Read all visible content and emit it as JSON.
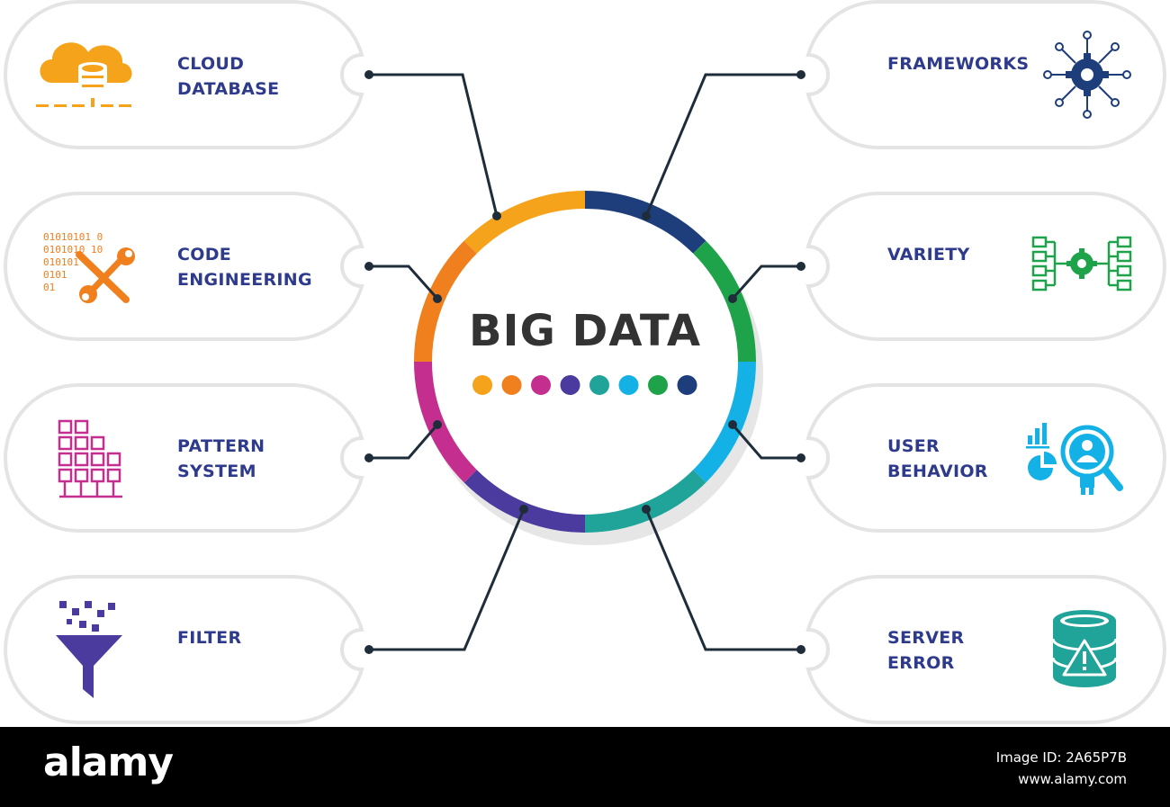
{
  "title": "BIG DATA",
  "colors": {
    "text": "#2e3a8c",
    "title": "#333333",
    "line": "#1f2d3a",
    "pill_stroke": "#e4e4e4",
    "segments": [
      "#f5a31a",
      "#f07f1e",
      "#c42e8e",
      "#4b3b9e",
      "#20a399",
      "#13b1e6",
      "#1fa34a",
      "#1e3d7b"
    ],
    "dots": [
      "#f5a31a",
      "#f07f1e",
      "#c42e8e",
      "#4b3b9e",
      "#20a399",
      "#13b1e6",
      "#1fa34a",
      "#1e3d7b"
    ]
  },
  "items": [
    {
      "id": "cloud-database",
      "lines": [
        "CLOUD",
        "DATABASE"
      ],
      "icon": "cloud-database-icon",
      "color": "#f5a31a"
    },
    {
      "id": "code-engineering",
      "lines": [
        "CODE",
        "ENGINEERING"
      ],
      "icon": "code-engineering-icon",
      "color": "#f07f1e"
    },
    {
      "id": "pattern-system",
      "lines": [
        "PATTERN",
        "SYSTEM"
      ],
      "icon": "pattern-system-icon",
      "color": "#c42e8e"
    },
    {
      "id": "filter",
      "lines": [
        "FILTER"
      ],
      "icon": "filter-icon",
      "color": "#4b3b9e"
    },
    {
      "id": "frameworks",
      "lines": [
        "FRAMEWORKS"
      ],
      "icon": "frameworks-icon",
      "color": "#1e3d7b"
    },
    {
      "id": "variety",
      "lines": [
        "VARIETY"
      ],
      "icon": "variety-icon",
      "color": "#1fa34a"
    },
    {
      "id": "user-behavior",
      "lines": [
        "USER",
        "BEHAVIOR"
      ],
      "icon": "user-behavior-icon",
      "color": "#13b1e6"
    },
    {
      "id": "server-error",
      "lines": [
        "SERVER",
        "ERROR"
      ],
      "icon": "server-error-icon",
      "color": "#20a399"
    }
  ],
  "footer": {
    "brand": "alamy",
    "image_id_label": "Image ID: 2A65P7B",
    "site": "www.alamy.com"
  }
}
